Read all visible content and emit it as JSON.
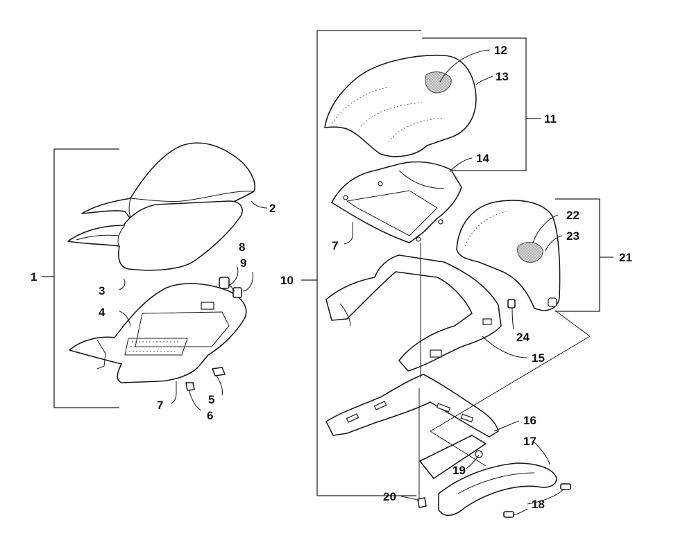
{
  "callouts": [
    {
      "id": "c1",
      "text": "1"
    },
    {
      "id": "c2",
      "text": "2"
    },
    {
      "id": "c3",
      "text": "3"
    },
    {
      "id": "c4",
      "text": "4"
    },
    {
      "id": "c5",
      "text": "5"
    },
    {
      "id": "c6",
      "text": "6"
    },
    {
      "id": "c7a",
      "text": "7"
    },
    {
      "id": "c7b",
      "text": "7"
    },
    {
      "id": "c8",
      "text": "8"
    },
    {
      "id": "c9",
      "text": "9"
    },
    {
      "id": "c10",
      "text": "10"
    },
    {
      "id": "c11",
      "text": "11"
    },
    {
      "id": "c12",
      "text": "12"
    },
    {
      "id": "c13",
      "text": "13"
    },
    {
      "id": "c14",
      "text": "14"
    },
    {
      "id": "c15",
      "text": "15"
    },
    {
      "id": "c16",
      "text": "16"
    },
    {
      "id": "c17",
      "text": "17"
    },
    {
      "id": "c18",
      "text": "18"
    },
    {
      "id": "c19",
      "text": "19"
    },
    {
      "id": "c20",
      "text": "20"
    },
    {
      "id": "c21",
      "text": "21"
    },
    {
      "id": "c22",
      "text": "22"
    },
    {
      "id": "c23",
      "text": "23"
    },
    {
      "id": "c24",
      "text": "24"
    }
  ]
}
